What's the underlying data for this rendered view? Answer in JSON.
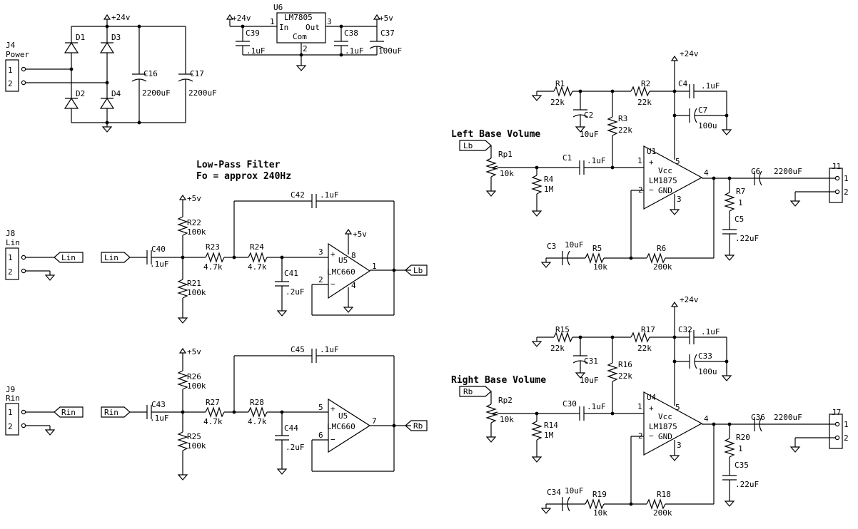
{
  "power": {
    "conn": "J4",
    "conn_name": "Power",
    "pin1": "1",
    "pin2": "2",
    "d1": "D1",
    "d2": "D2",
    "d3": "D3",
    "d4": "D4",
    "c16": "C16",
    "c16v": "2200uF",
    "c17": "C17",
    "c17v": "2200uF",
    "rail": "+24v"
  },
  "regulator": {
    "ref": "U6",
    "part": "LM7805",
    "in_label": "In",
    "out_label": "Out",
    "com_label": "Com",
    "pin1": "1",
    "pin2": "2",
    "pin3": "3",
    "in_rail": "+24v",
    "out_rail": "+5v",
    "c39": "C39",
    "c39v": ".1uF",
    "c38": "C38",
    "c38v": ".1uF",
    "c37": "C37",
    "c37v": "100uF"
  },
  "filter_title": {
    "line1": "Low-Pass Filter",
    "line2": "Fo = approx 240Hz"
  },
  "left_filter": {
    "conn": "J8",
    "conn_name": "Lin",
    "pin1": "1",
    "pin2": "2",
    "net_in": "Lin",
    "net_out": "Lb",
    "rail": "+5v",
    "c40": "C40",
    "c40v": ".1uF",
    "r22": "R22",
    "r22v": "100k",
    "r21": "R21",
    "r21v": "100k",
    "r23": "R23",
    "r23v": "4.7k",
    "r24": "R24",
    "r24v": "4.7k",
    "c41": "C41",
    "c41v": ".2uF",
    "c42": "C42",
    "c42v": ".1uF",
    "u": "U5",
    "part": "LMC660",
    "pin_p": "3",
    "pin_n": "2",
    "pin_o": "1",
    "pin_v": "8",
    "pin_g": "4",
    "opv": "+5v"
  },
  "right_filter": {
    "conn": "J9",
    "conn_name": "Rin",
    "pin1": "1",
    "pin2": "2",
    "net_in": "Rin",
    "net_out": "Rb",
    "rail": "+5v",
    "c40": "C43",
    "c40v": ".1uF",
    "r22": "R26",
    "r22v": "100k",
    "r21": "R25",
    "r21v": "100k",
    "r23": "R27",
    "r23v": "4.7k",
    "r24": "R28",
    "r24v": "4.7k",
    "c41": "C44",
    "c41v": ".2uF",
    "c42": "C45",
    "c42v": ".1uF",
    "u": "U5",
    "part": "LMC660",
    "pin_p": "5",
    "pin_n": "6",
    "pin_o": "7"
  },
  "left_amp": {
    "title": "Left Base Volume",
    "net": "Lb",
    "rp": "Rp1",
    "rpv": "10k",
    "r4": "R4",
    "r4v": "1M",
    "c1": "C1",
    "c1v": ".1uF",
    "r1": "R1",
    "r1v": "22k",
    "c2": "C2",
    "c2v": "10uF",
    "r3": "R3",
    "r3v": "22k",
    "r2": "R2",
    "r2v": "22k",
    "rail": "+24v",
    "c4": "C4",
    "c4v": ".1uF",
    "c7": "C7",
    "c7v": "100u",
    "u": "U1",
    "vcc": "Vcc",
    "part": "LM1875",
    "gnd": "GND",
    "pin1": "1",
    "pin2": "2",
    "pin3": "3",
    "pin4": "4",
    "pin5": "5",
    "c6": "C6",
    "c6v": "2200uF",
    "r7": "R7",
    "r7v": "1",
    "c5": "C5",
    "c5v": ".22uF",
    "conn": "J1",
    "cpin1": "1",
    "cpin2": "2",
    "c3": "C3",
    "c3v": "10uF",
    "r5": "R5",
    "r5v": "10k",
    "r6": "R6",
    "r6v": "200k"
  },
  "right_amp": {
    "title": "Right Base Volume",
    "net": "Rb",
    "rp": "Rp2",
    "rpv": "10k",
    "r4": "R14",
    "r4v": "1M",
    "c1": "C30",
    "c1v": ".1uF",
    "r1": "R15",
    "r1v": "22k",
    "c2": "C31",
    "c2v": "10uF",
    "r3": "R16",
    "r3v": "22k",
    "r2": "R17",
    "r2v": "22k",
    "rail": "+24v",
    "c4": "C32",
    "c4v": ".1uF",
    "c7": "C33",
    "c7v": "100u",
    "u": "U4",
    "vcc": "Vcc",
    "part": "LM1875",
    "gnd": "GND",
    "pin1": "1",
    "pin2": "2",
    "pin3": "3",
    "pin4": "4",
    "pin5": "5",
    "c6": "C36",
    "c6v": "2200uF",
    "r7": "R20",
    "r7v": "1",
    "c5": "C35",
    "c5v": ".22uF",
    "conn": "J7",
    "cpin1": "1",
    "cpin2": "2",
    "c3": "C34",
    "c3v": "10uF",
    "r5": "R19",
    "r5v": "10k",
    "r6": "R18",
    "r6v": "200k"
  }
}
